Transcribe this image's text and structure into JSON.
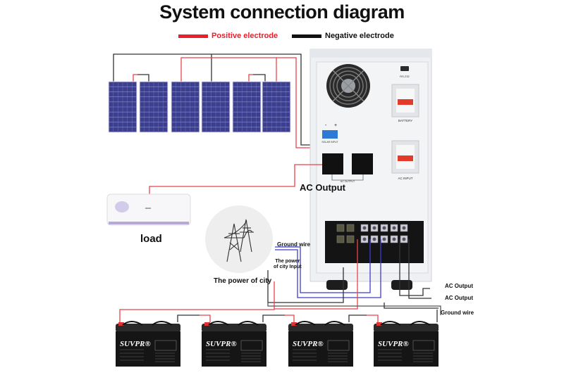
{
  "title": "System connection diagram",
  "legend": [
    {
      "label": "Positive electrode",
      "color": "#e8202a"
    },
    {
      "label": "Negative electrode",
      "color": "#111111"
    }
  ],
  "colors": {
    "positive": "#e8454c",
    "negative": "#333333",
    "city_wire": "#3b3fc9",
    "panel": "#3c3f8f",
    "inverter": "#eef0f3"
  },
  "components": {
    "solar_panels": {
      "count": 6
    },
    "inverter": {
      "labels": {
        "rs232": "RS-232",
        "battery": "BATTERY",
        "solar_input": "SOLAR INPUT",
        "solar_minus": "-",
        "solar_plus": "+",
        "ac_output": "AC OUTPUT",
        "ac_input": "AC INPUT"
      }
    },
    "load": {
      "label": "load"
    },
    "city_power": {
      "label": "The power of city"
    },
    "batteries": {
      "count": 4,
      "brand": "SUVPR",
      "registered": "®"
    }
  },
  "annotations": {
    "ac_output_main": "AC Output",
    "ground_wire_left": "Ground wire",
    "city_input_line1": "The power",
    "city_input_line2": "of city Input",
    "ac_output_right_1": "AC Output",
    "ac_output_right_2": "AC Output",
    "ground_wire_right": "Ground wire"
  }
}
